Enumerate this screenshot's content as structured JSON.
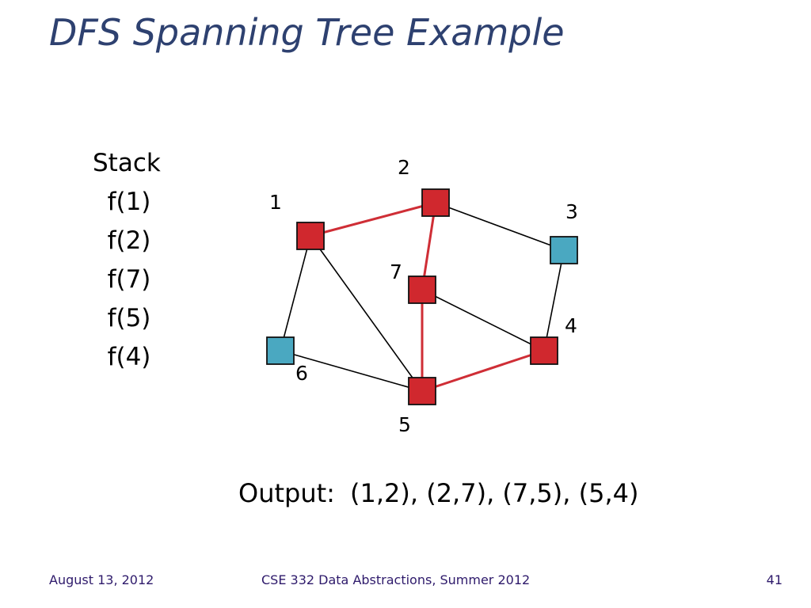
{
  "slide": {
    "title": "DFS Spanning Tree Example"
  },
  "stack": {
    "heading": "Stack",
    "items": [
      "f(1)",
      "f(2)",
      "f(7)",
      "f(5)",
      "f(4)"
    ]
  },
  "graph": {
    "nodes": [
      {
        "id": "1",
        "label": "1",
        "color": "#d0282e"
      },
      {
        "id": "2",
        "label": "2",
        "color": "#d0282e"
      },
      {
        "id": "3",
        "label": "3",
        "color": "#4aa8c1"
      },
      {
        "id": "4",
        "label": "4",
        "color": "#d0282e"
      },
      {
        "id": "5",
        "label": "5",
        "color": "#d0282e"
      },
      {
        "id": "6",
        "label": "6",
        "color": "#4aa8c1"
      },
      {
        "id": "7",
        "label": "7",
        "color": "#d0282e"
      }
    ],
    "edges": [
      {
        "from": "1",
        "to": "2",
        "tree": true
      },
      {
        "from": "2",
        "to": "7",
        "tree": true
      },
      {
        "from": "7",
        "to": "5",
        "tree": true
      },
      {
        "from": "5",
        "to": "4",
        "tree": true
      },
      {
        "from": "2",
        "to": "3",
        "tree": false
      },
      {
        "from": "3",
        "to": "4",
        "tree": false
      },
      {
        "from": "7",
        "to": "4",
        "tree": false
      },
      {
        "from": "1",
        "to": "6",
        "tree": false
      },
      {
        "from": "1",
        "to": "5",
        "tree": false
      },
      {
        "from": "6",
        "to": "5",
        "tree": false
      }
    ],
    "colors": {
      "tree_edge": "#cf2e36",
      "other_edge": "#000000",
      "visited_node": "#d0282e",
      "unvisited_node": "#4aa8c1"
    }
  },
  "output": {
    "label": "Output:",
    "value": "(1,2), (2,7), (7,5), (5,4)"
  },
  "footer": {
    "date": "August 13, 2012",
    "course": "CSE 332 Data Abstractions, Summer 2012",
    "page": "41"
  }
}
